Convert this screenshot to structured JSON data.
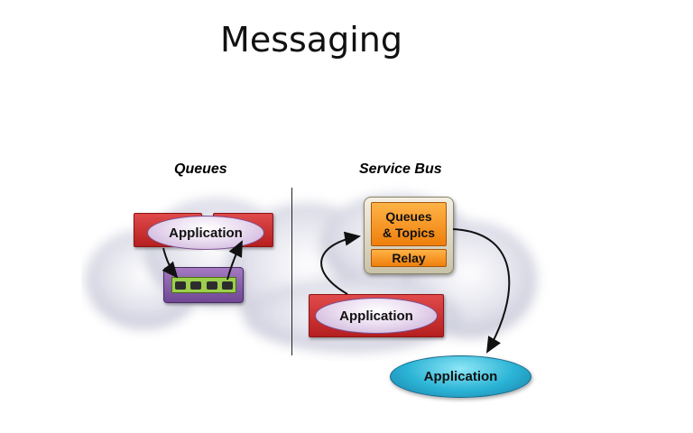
{
  "slide": {
    "title": "Messaging"
  },
  "queues_section": {
    "heading": "Queues",
    "app_label": "Application"
  },
  "service_bus_section": {
    "heading": "Service Bus",
    "queues_topics_label": "Queues\n& Topics",
    "relay_label": "Relay",
    "sender_app_label": "Application",
    "receiver_app_label": "Application"
  },
  "colors": {
    "app_red": "#c62a2a",
    "app_ellipse": "#e6d6ee",
    "queue_purple": "#8a5aa8",
    "queue_green": "#9ccf4c",
    "service_orange": "#f7931e",
    "receiver_blue": "#2ab3d5"
  }
}
